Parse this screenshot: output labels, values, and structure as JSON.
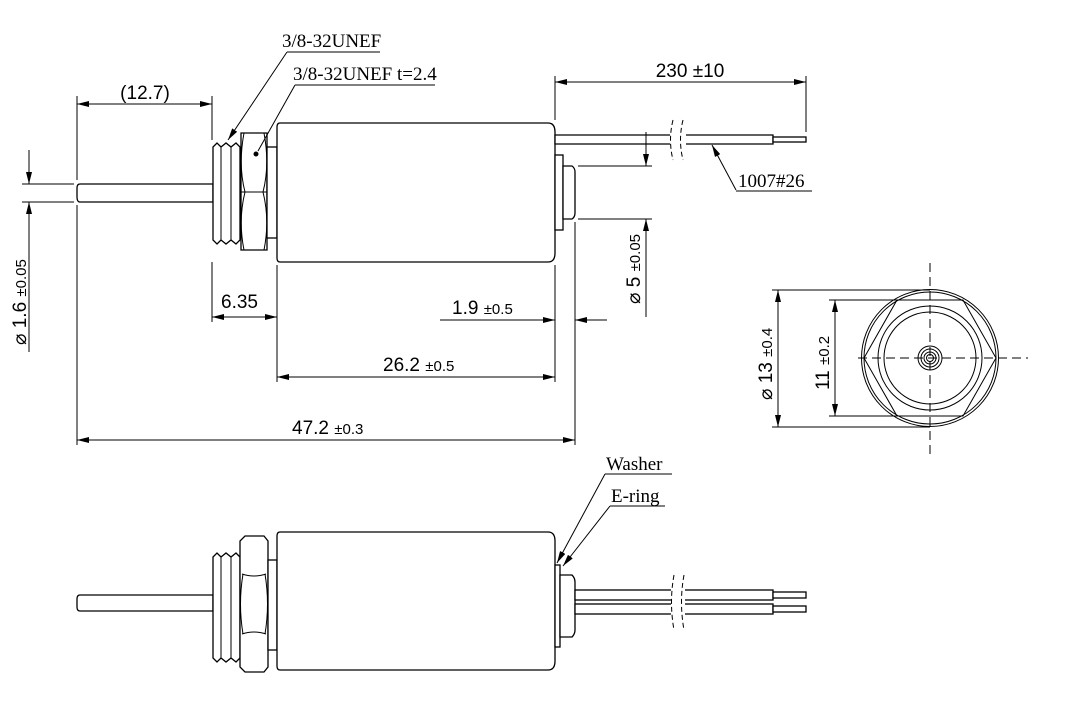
{
  "labels": {
    "thread": "3/8-32UNEF",
    "nut": "3/8-32UNEF t=2.4",
    "wire": "1007#26",
    "washer": "Washer",
    "ering": "E-ring"
  },
  "dimensions": {
    "shaft_extension": "(12.7)",
    "wire_length": "230",
    "wire_length_tol": "±10",
    "shaft_dia": "⌀ 1.6",
    "shaft_dia_tol": "±0.05",
    "thread_length": "6.35",
    "boss_dia": "⌀ 5",
    "boss_dia_tol": "±0.05",
    "boss_length": "1.9",
    "boss_length_tol": "±0.5",
    "body_length": "26.2",
    "body_length_tol": "±0.5",
    "overall_length": "47.2",
    "overall_length_tol": "±0.3",
    "outer_dia": "⌀ 13",
    "outer_dia_tol": "±0.4",
    "hex_flats": "11",
    "hex_flats_tol": "±0.2"
  }
}
